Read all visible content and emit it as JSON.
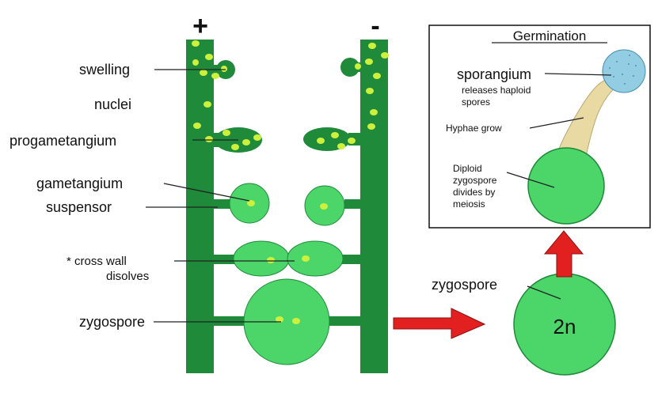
{
  "strain_plus": "+",
  "strain_minus": "-",
  "labels": {
    "swelling": "swelling",
    "nuclei": "nuclei",
    "progametangium": "progametangium",
    "gametangium": "gametangium",
    "suspensor": "suspensor",
    "cross_wall_line1": "* cross wall",
    "cross_wall_line2": "disolves",
    "zygospore_left": "zygospore",
    "zygospore_right": "zygospore",
    "ploidy": "2n"
  },
  "germination": {
    "title": "Germination",
    "sporangium": "sporangium",
    "releases_line1": "releases haploid",
    "releases_line2": "spores",
    "hyphae": "Hyphae grow",
    "diploid_line1": "Diploid",
    "diploid_line2": "zygospore",
    "diploid_line3": "divides by",
    "diploid_line4": "meiosis"
  },
  "colors": {
    "hypha_dark": "#1e8a3a",
    "cell_light": "#4cd66a",
    "nucleus": "#ccf03c",
    "arrow_red": "#e32020",
    "sporangium": "#92cde3",
    "hyphae_tan": "#e9d9a3"
  }
}
